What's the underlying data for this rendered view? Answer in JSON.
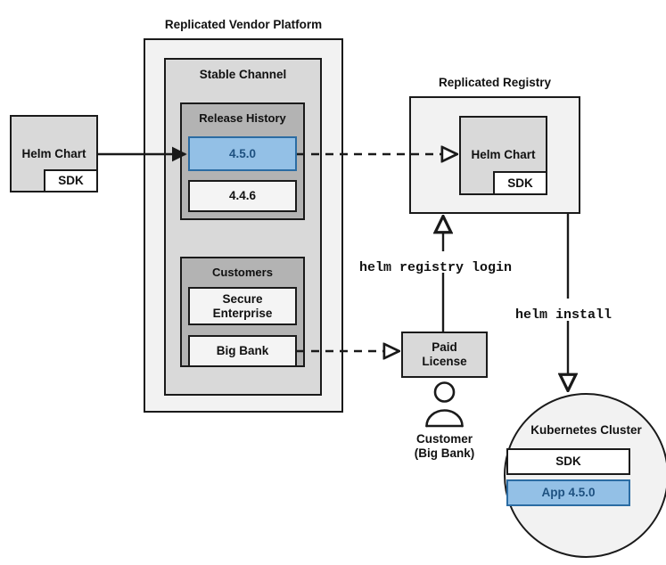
{
  "diagram": {
    "title_platform": "Replicated Vendor Platform",
    "title_registry": "Replicated Registry"
  },
  "source_chart": {
    "label": "Helm Chart",
    "sdk_label": "SDK"
  },
  "platform": {
    "label": "Replicated Vendor Platform",
    "channel": {
      "label": "Stable Channel",
      "release_history": {
        "label": "Release History",
        "releases": [
          {
            "version": "4.5.0",
            "highlighted": true
          },
          {
            "version": "4.4.6",
            "highlighted": false
          }
        ]
      },
      "customers": {
        "label": "Customers",
        "items": [
          {
            "name": "Secure\nEnterprise",
            "line1": "Secure",
            "line2": "Enterprise"
          },
          {
            "name": "Big Bank",
            "line1": "Big Bank",
            "line2": ""
          }
        ]
      }
    }
  },
  "registry": {
    "label": "Replicated Registry",
    "chart": {
      "label": "Helm Chart",
      "sdk_label": "SDK"
    }
  },
  "license": {
    "line1": "Paid",
    "line2": "License"
  },
  "customer_actor": {
    "line1": "Customer",
    "line2": "(Big Bank)",
    "icon": "person-icon"
  },
  "cluster": {
    "label": "Kubernetes Cluster",
    "components": [
      {
        "label": "SDK",
        "highlighted": false
      },
      {
        "label": "App 4.5.0",
        "highlighted": true
      }
    ]
  },
  "commands": {
    "registry_login": "helm registry login",
    "install": "helm install"
  },
  "colors": {
    "accent_blue_fill": "#93c0e6",
    "accent_blue_border": "#2b6ca3",
    "accent_blue_text": "#1e5180",
    "stroke": "#1a1a1a",
    "fill_lightest": "#f2f2f2",
    "fill_light": "#d9d9d9",
    "fill_mid": "#b3b3b3",
    "fill_white": "#ffffff"
  }
}
